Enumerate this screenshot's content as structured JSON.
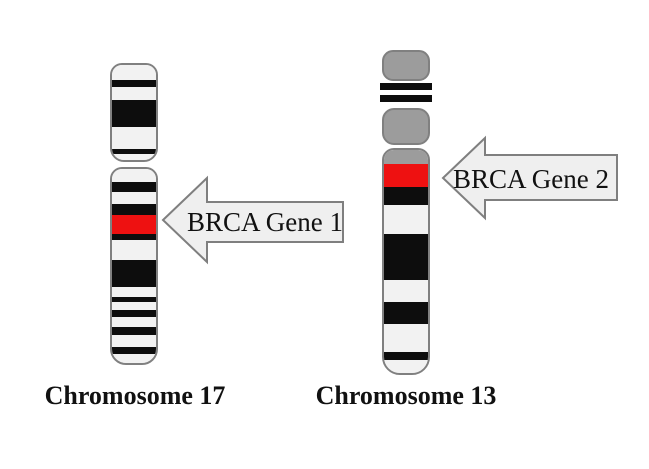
{
  "colors": {
    "background": "#ffffff",
    "light": "#f2f2f2",
    "black": "#0d0d0d",
    "red": "#ee1111",
    "gray": "#9c9c9c",
    "outline": "#808080",
    "arrow_fill": "#efefef",
    "arrow_stroke": "#7f7f7f",
    "label_text": "#111111"
  },
  "chromosome17": {
    "label": "Chromosome 17",
    "p_arm_bands": [
      {
        "c": "light",
        "h": 15
      },
      {
        "c": "black",
        "h": 7
      },
      {
        "c": "light",
        "h": 13
      },
      {
        "c": "black",
        "h": 27
      },
      {
        "c": "light",
        "h": 22
      },
      {
        "c": "black",
        "h": 5
      },
      {
        "c": "light",
        "h": 10
      }
    ],
    "q_arm_bands": [
      {
        "c": "light",
        "h": 13
      },
      {
        "c": "black",
        "h": 10
      },
      {
        "c": "light",
        "h": 12
      },
      {
        "c": "black",
        "h": 11
      },
      {
        "c": "red",
        "h": 19
      },
      {
        "c": "black",
        "h": 6
      },
      {
        "c": "light",
        "h": 20
      },
      {
        "c": "black",
        "h": 27
      },
      {
        "c": "light",
        "h": 10
      },
      {
        "c": "black",
        "h": 5
      },
      {
        "c": "light",
        "h": 8
      },
      {
        "c": "black",
        "h": 7
      },
      {
        "c": "light",
        "h": 10
      },
      {
        "c": "black",
        "h": 8
      },
      {
        "c": "light",
        "h": 12
      },
      {
        "c": "black",
        "h": 7
      },
      {
        "c": "light",
        "h": 13
      }
    ]
  },
  "chromosome13": {
    "label": "Chromosome 13",
    "q_arm_bands": [
      {
        "c": "gray",
        "h": 14
      },
      {
        "c": "red",
        "h": 23
      },
      {
        "c": "black",
        "h": 18
      },
      {
        "c": "light",
        "h": 29
      },
      {
        "c": "black",
        "h": 46
      },
      {
        "c": "light",
        "h": 22
      },
      {
        "c": "black",
        "h": 22
      },
      {
        "c": "light",
        "h": 28
      },
      {
        "c": "black",
        "h": 8
      },
      {
        "c": "light",
        "h": 17
      }
    ]
  },
  "annotations": {
    "gene1": {
      "label": "BRCA Gene 1"
    },
    "gene2": {
      "label": "BRCA Gene 2"
    }
  }
}
